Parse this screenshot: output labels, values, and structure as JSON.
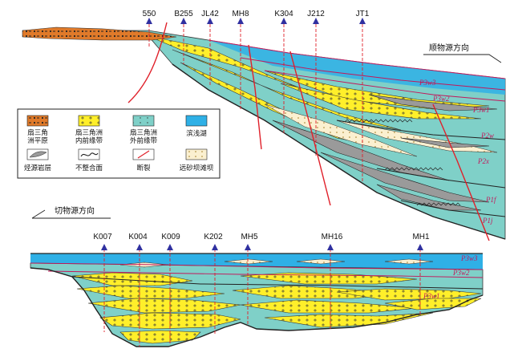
{
  "upper_section": {
    "direction_label": "顺物源方向",
    "wells": [
      "550",
      "B255",
      "JL42",
      "MH8",
      "K304",
      "J212",
      "JT1"
    ],
    "formations": [
      "P3w3",
      "P3w2",
      "P3w1",
      "P2w",
      "P2x",
      "P1f",
      "P1j"
    ]
  },
  "lower_section": {
    "direction_label": "切物源方向",
    "wells": [
      "K007",
      "K004",
      "K009",
      "K202",
      "MH5",
      "MH16",
      "MH1"
    ],
    "formations": [
      "P3w3",
      "P3w2",
      "P3w1"
    ]
  },
  "legend": {
    "items": [
      {
        "label_line1": "扇三角",
        "label_line2": "洲平原",
        "swatch": "orange-fan-plain",
        "color": "#e07a2a"
      },
      {
        "label_line1": "扇三角洲",
        "label_line2": "内前缘带",
        "swatch": "yellow-inner-front",
        "color": "#ffef2a"
      },
      {
        "label_line1": "扇三角洲",
        "label_line2": "外前缘带",
        "swatch": "teal-outer-front",
        "color": "#7fd0c8"
      },
      {
        "label_line1": "滨浅湖",
        "label_line2": "",
        "swatch": "blue-lake",
        "color": "#2fb0e6"
      },
      {
        "label_line1": "烃源岩层",
        "label_line2": "",
        "swatch": "gray-source-rock",
        "color": "#9a9a9a"
      },
      {
        "label_line1": "不整合面",
        "label_line2": "",
        "swatch": "unconformity",
        "color": "#222222"
      },
      {
        "label_line1": "断裂",
        "label_line2": "",
        "swatch": "fault",
        "color": "#e0202a"
      },
      {
        "label_line1": "远砂坝滩坝",
        "label_line2": "",
        "swatch": "distal-bar",
        "color": "#fbf0d0"
      }
    ]
  },
  "colors": {
    "fan_plain": "#e07a2a",
    "inner_front": "#ffef2a",
    "outer_front": "#7fd0c8",
    "lake": "#2fb0e6",
    "source_rock": "#9a9a9a",
    "fault": "#e0202a",
    "well_line": "#e0202a",
    "well_marker": "#3030a0",
    "formation_text": "#c2185b"
  }
}
